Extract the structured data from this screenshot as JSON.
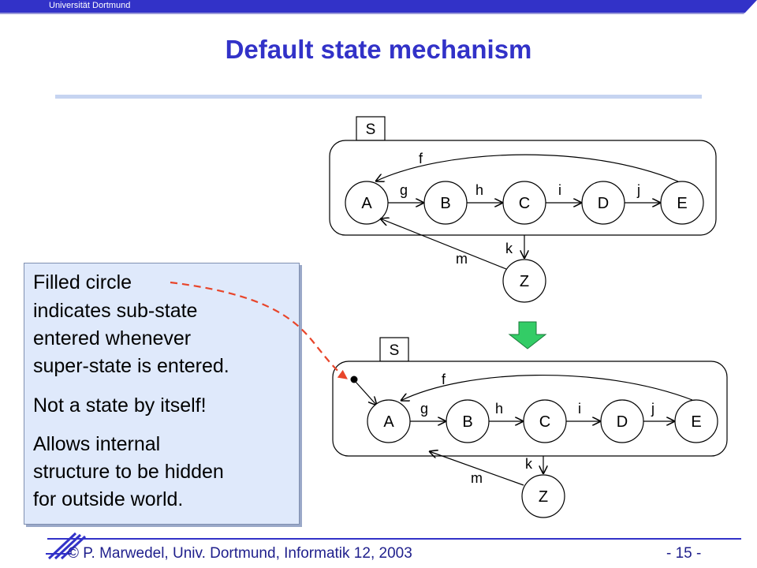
{
  "header": {
    "university": "Universität Dortmund"
  },
  "slide": {
    "title": "Default state mechanism"
  },
  "diagram_top": {
    "container_label": "S",
    "states": [
      "A",
      "B",
      "C",
      "D",
      "E"
    ],
    "outside_state": "Z",
    "transitions": {
      "g": "g",
      "h": "h",
      "i": "i",
      "j": "j",
      "f": "f",
      "k": "k",
      "m": "m"
    }
  },
  "diagram_bottom": {
    "container_label": "S",
    "states": [
      "A",
      "B",
      "C",
      "D",
      "E"
    ],
    "outside_state": "Z",
    "transitions": {
      "g": "g",
      "h": "h",
      "i": "i",
      "j": "j",
      "f": "f",
      "k": "k",
      "m": "m"
    }
  },
  "callout": {
    "lines": [
      "Filled circle",
      "indicates sub-state",
      "entered whenever",
      "super-state is entered.",
      "Not a state by itself!",
      "Allows internal",
      "structure to be hidden",
      "for outside world."
    ]
  },
  "footer": {
    "copyright_symbol": "©",
    "author": "P. Marwedel, Univ. Dortmund, Informatik 12, 2003",
    "page": "- 15 -"
  },
  "colors": {
    "header_blue": "#3232c8",
    "title_blue": "#3232c8",
    "rule_light_blue": "#c6d4f1",
    "callout_fill": "#dfe9fb",
    "arrow_green": "#33cc66",
    "dashed_red": "#e8452a"
  }
}
